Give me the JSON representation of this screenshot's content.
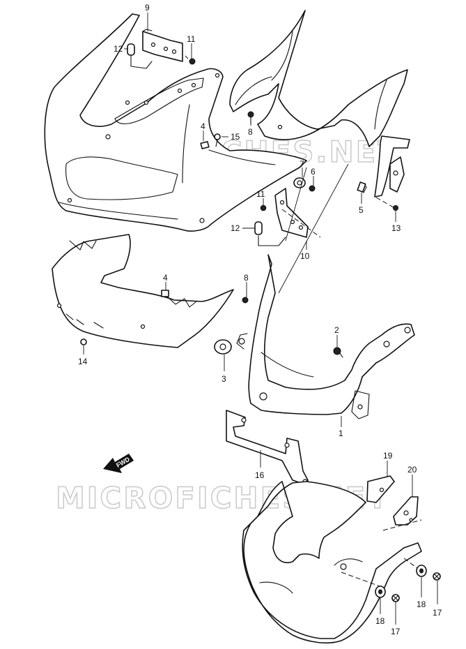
{
  "watermark": {
    "text_upper": "MICROFICHES.NET",
    "text_lower": "MICROFICHES.NET"
  },
  "fwd_arrow": {
    "label": "FWD"
  },
  "callouts": {
    "c9": "9",
    "c11a": "11",
    "c12a": "12",
    "c4a": "4",
    "c15": "15",
    "c8a": "8",
    "c7": "7",
    "c6": "6",
    "c11b": "11",
    "c12b": "12",
    "c10": "10",
    "c5": "5",
    "c13": "13",
    "c4b": "4",
    "c8b": "8",
    "c14": "14",
    "c2": "2",
    "c3": "3",
    "c1": "1",
    "c16": "16",
    "c19": "19",
    "c20": "20",
    "c18a": "18",
    "c17a": "17",
    "c18b": "18",
    "c17b": "17"
  },
  "icons": {
    "fwd_arrow": "arrow-fwd-icon"
  }
}
